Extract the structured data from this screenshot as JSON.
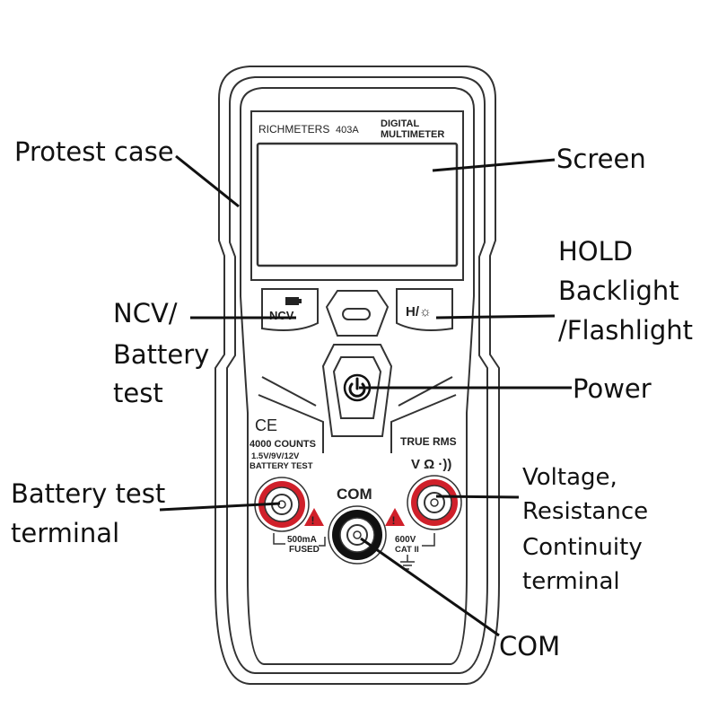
{
  "device": {
    "brand": "RICHMETERS",
    "model": "403A",
    "type_line1": "DIGITAL",
    "type_line2": "MULTIMETER",
    "ncv_label": "NCV",
    "hold_label": "H/☼",
    "ce_mark": "CE",
    "counts": "4000 COUNTS",
    "battery_volts": "1.5V/9V/12V",
    "battery_test": "BATTERY TEST",
    "true_rms": "TRUE RMS",
    "v_ohm": "V Ω ·))",
    "com": "COM",
    "fuse_line1": "500mA",
    "fuse_line2": "FUSED",
    "cat_line1": "600V",
    "cat_line2": "CAT II"
  },
  "callouts": {
    "protest_case": "Protest case",
    "screen": "Screen",
    "hold_l1": "HOLD",
    "hold_l2": "Backlight",
    "hold_l3": "/Flashlight",
    "ncv_l1": "NCV/",
    "ncv_l2": "Battery",
    "ncv_l3": "test",
    "power": "Power",
    "battery_terminal_l1": "Battery test",
    "battery_terminal_l2": "terminal",
    "voltage_l1": "Voltage,",
    "voltage_l2": "Resistance",
    "voltage_l3": "Continuity",
    "voltage_l4": "terminal",
    "com": "COM"
  },
  "colors": {
    "outline": "#333333",
    "terminal_red": "#d0202a",
    "terminal_black": "#111111",
    "warning_red": "#d0202a"
  }
}
